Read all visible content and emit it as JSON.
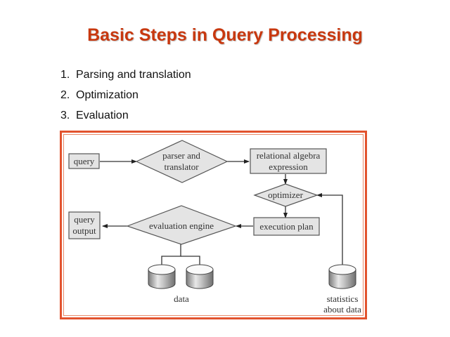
{
  "slide": {
    "title": "Basic Steps in Query Processing",
    "steps": [
      {
        "number": "1.",
        "label": "Parsing and translation"
      },
      {
        "number": "2.",
        "label": "Optimization"
      },
      {
        "number": "3.",
        "label": "Evaluation"
      }
    ]
  },
  "diagram": {
    "nodes": {
      "query": {
        "lines": [
          "query"
        ],
        "shape": "rect"
      },
      "parser": {
        "lines": [
          "parser and",
          "translator"
        ],
        "shape": "diamond"
      },
      "rae": {
        "lines": [
          "relational algebra",
          "expression"
        ],
        "shape": "rect"
      },
      "optimizer": {
        "lines": [
          "optimizer"
        ],
        "shape": "diamond"
      },
      "execplan": {
        "lines": [
          "execution plan"
        ],
        "shape": "rect"
      },
      "evalengine": {
        "lines": [
          "evaluation engine"
        ],
        "shape": "diamond"
      },
      "output": {
        "lines": [
          "query",
          "output"
        ],
        "shape": "rect"
      },
      "data": {
        "lines": [
          "data"
        ],
        "shape": "cylinders"
      },
      "stats": {
        "lines": [
          "statistics",
          "about data"
        ],
        "shape": "cylinder"
      }
    },
    "edges": [
      {
        "from": "query",
        "to": "parser"
      },
      {
        "from": "parser",
        "to": "rae"
      },
      {
        "from": "rae",
        "to": "optimizer"
      },
      {
        "from": "optimizer",
        "to": "execplan"
      },
      {
        "from": "execplan",
        "to": "evalengine"
      },
      {
        "from": "evalengine",
        "to": "output"
      },
      {
        "from": "data",
        "to": "evalengine"
      },
      {
        "from": "stats",
        "to": "optimizer"
      }
    ],
    "colors": {
      "frame": "#e2532e",
      "node_fill": "#e4e4e4",
      "node_stroke": "#555555",
      "title": "#c8380f"
    }
  }
}
